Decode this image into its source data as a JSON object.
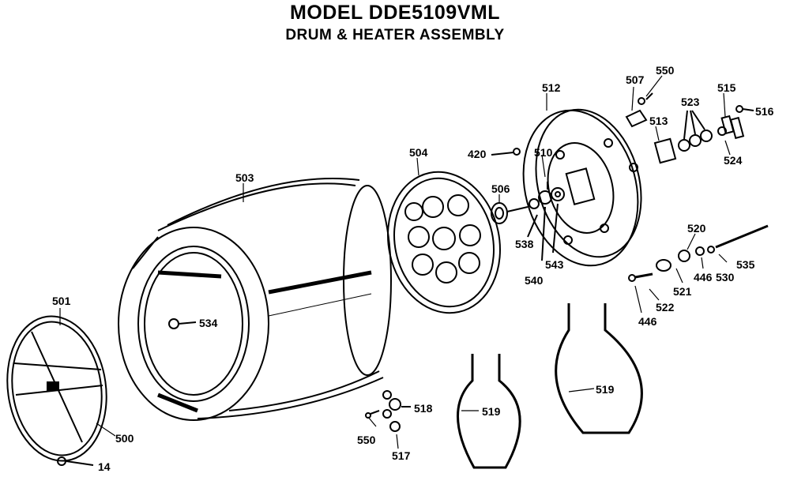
{
  "title": "MODEL DDE5109VML",
  "subtitle": "DRUM & HEATER ASSEMBLY",
  "parts": [
    {
      "num": "501"
    },
    {
      "num": "500"
    },
    {
      "num": "14"
    },
    {
      "num": "503"
    },
    {
      "num": "534"
    },
    {
      "num": "504"
    },
    {
      "num": "506"
    },
    {
      "num": "420"
    },
    {
      "num": "510"
    },
    {
      "num": "512"
    },
    {
      "num": "538"
    },
    {
      "num": "540"
    },
    {
      "num": "543"
    },
    {
      "num": "507"
    },
    {
      "num": "550"
    },
    {
      "num": "513"
    },
    {
      "num": "523"
    },
    {
      "num": "515"
    },
    {
      "num": "516"
    },
    {
      "num": "524"
    },
    {
      "num": "520"
    },
    {
      "num": "446"
    },
    {
      "num": "530"
    },
    {
      "num": "535"
    },
    {
      "num": "521"
    },
    {
      "num": "522"
    },
    {
      "num": "446"
    },
    {
      "num": "518"
    },
    {
      "num": "550"
    },
    {
      "num": "517"
    },
    {
      "num": "519"
    },
    {
      "num": "519"
    }
  ]
}
